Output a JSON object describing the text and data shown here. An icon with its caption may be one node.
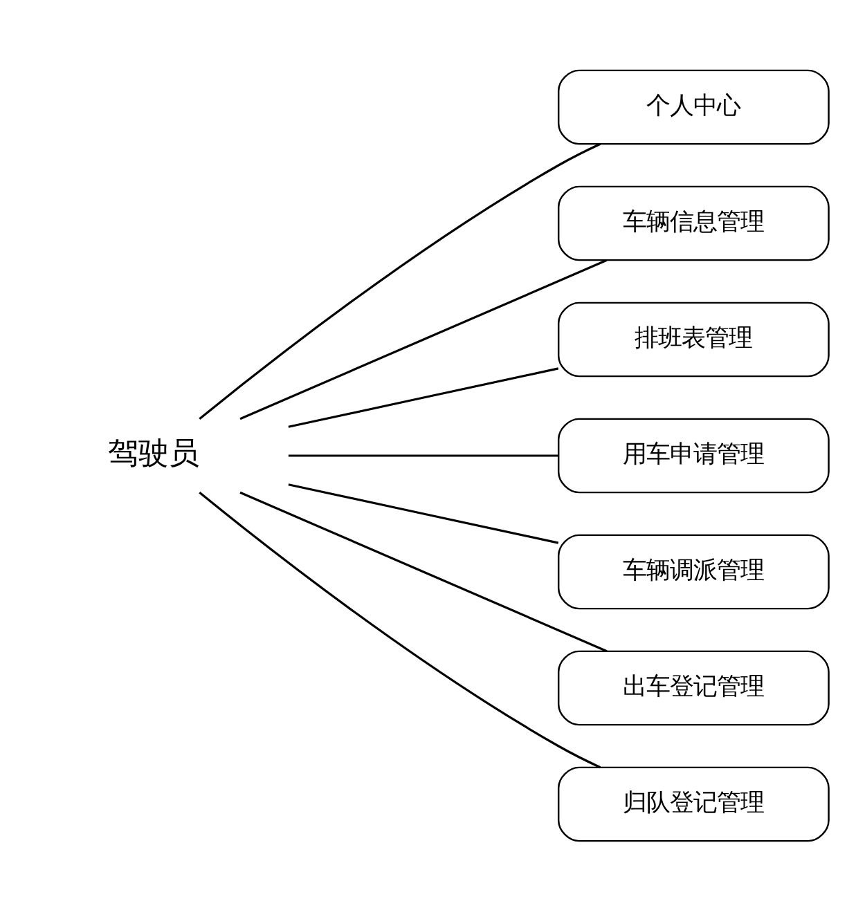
{
  "diagram": {
    "nodes": [
      {
        "text": [
          "驾驶员"
        ]
      },
      {
        "text": [
          "个人中心"
        ]
      },
      {
        "text": [
          "车辆信息管理"
        ]
      },
      {
        "text": [
          "排班表管理"
        ]
      },
      {
        "text": [
          "用车申请管理"
        ]
      },
      {
        "text": [
          "车辆调派管理"
        ]
      },
      {
        "text": [
          "出车登记管理"
        ]
      },
      {
        "text": [
          "归队登记管理"
        ]
      }
    ],
    "edges": [
      {
        "from": 0,
        "to": 1,
        "arrow": "none"
      },
      {
        "from": 0,
        "to": 2,
        "arrow": "none"
      },
      {
        "from": 0,
        "to": 3,
        "arrow": "none"
      },
      {
        "from": 0,
        "to": 4,
        "arrow": "none"
      },
      {
        "from": 0,
        "to": 5,
        "arrow": "none"
      },
      {
        "from": 0,
        "to": 6,
        "arrow": "none"
      },
      {
        "from": 0,
        "to": 7,
        "arrow": "none"
      }
    ]
  }
}
